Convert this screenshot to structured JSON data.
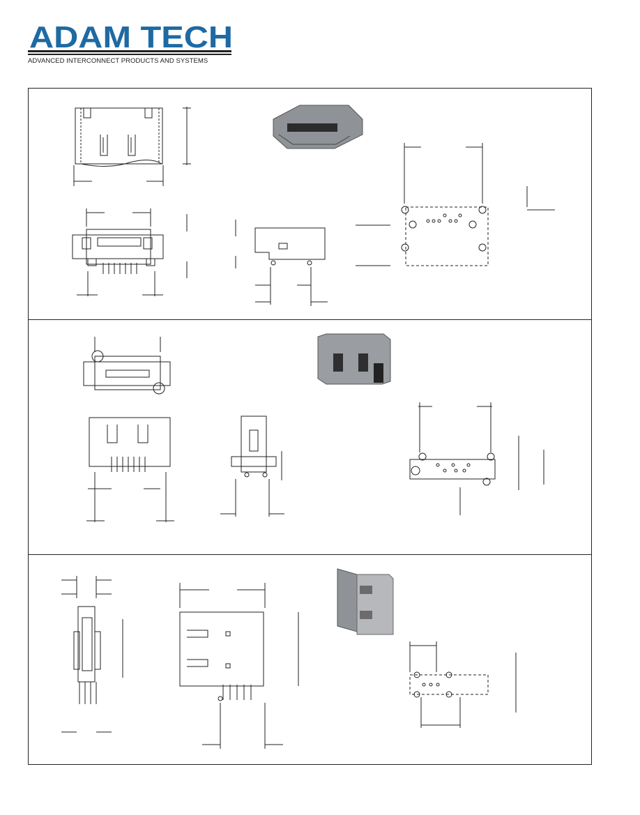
{
  "header": {
    "logo_text": "ADAM TECH",
    "tagline": "ADVANCED INTERCONNECT PRODUCTS AND SYSTEMS",
    "brand_color": "#1e6aa3"
  },
  "panels": [
    {
      "name": "top",
      "drawing": "connector-drawings",
      "icon": "connector-photo"
    },
    {
      "name": "middle",
      "drawing": "connector-drawings",
      "icon": "connector-photo"
    },
    {
      "name": "bottom",
      "drawing": "connector-drawings",
      "icon": "connector-photo"
    }
  ]
}
